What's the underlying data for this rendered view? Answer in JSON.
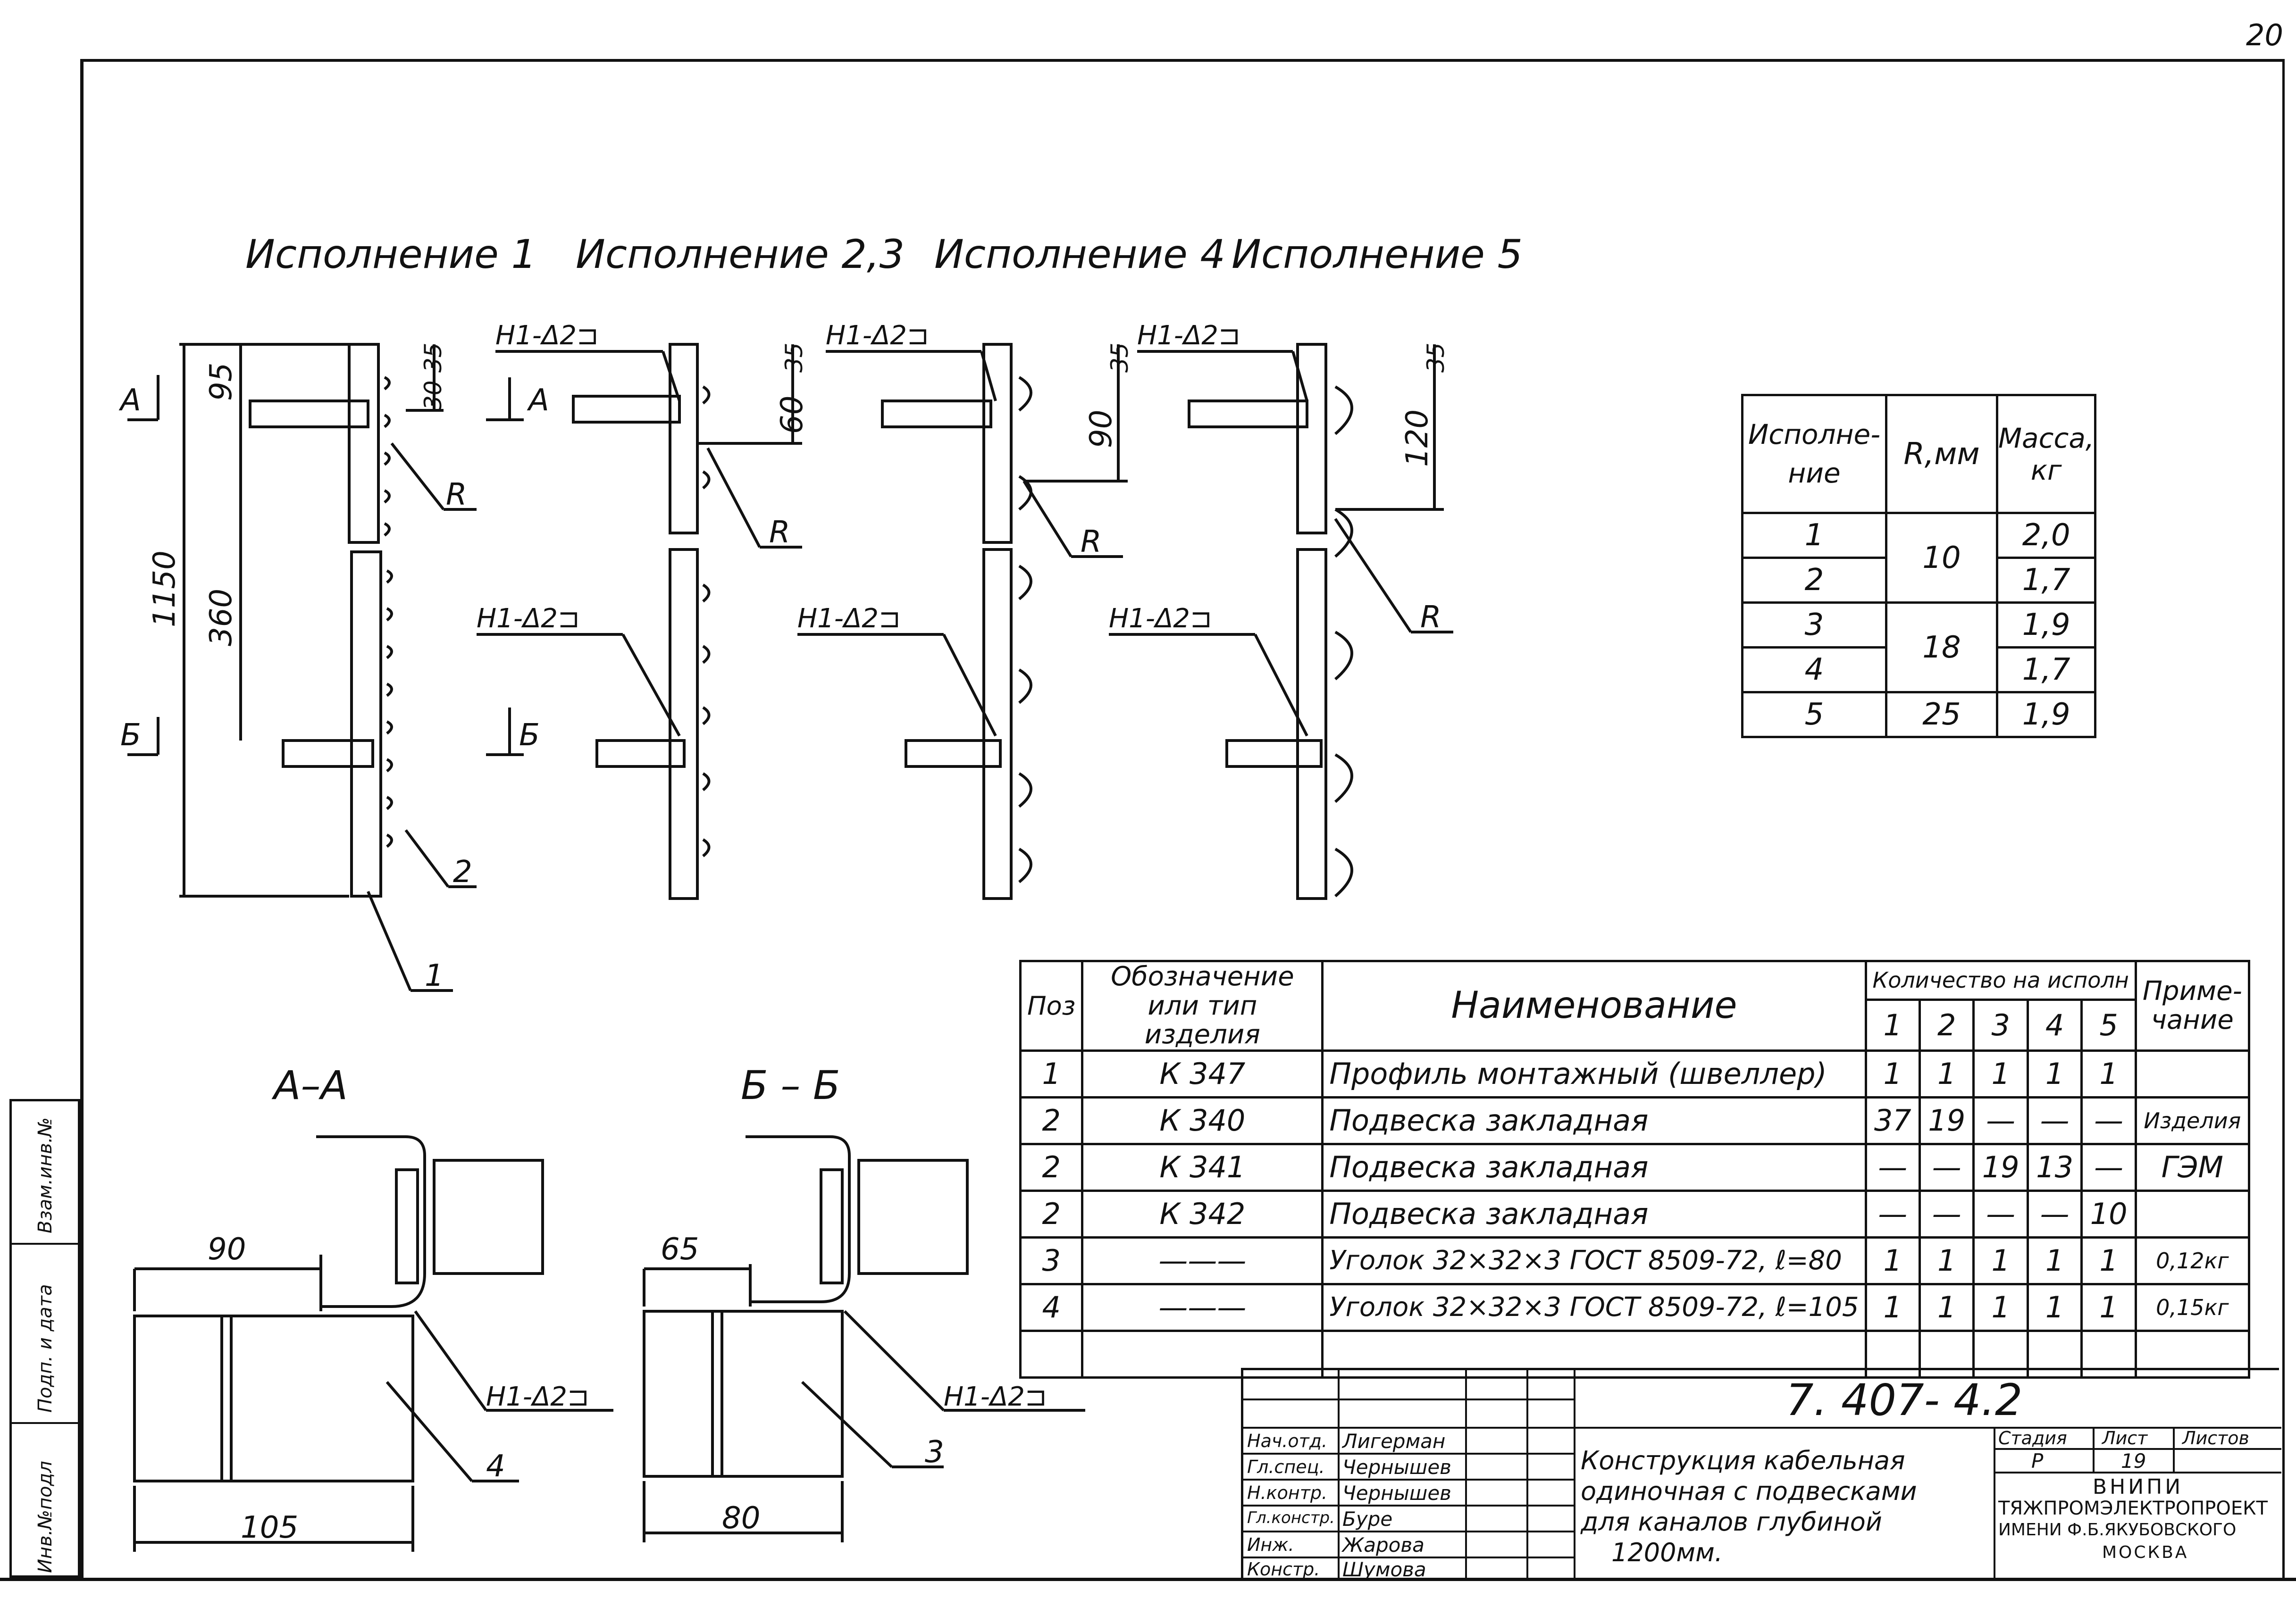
{
  "page_number": "20",
  "views": {
    "headings": [
      "Исполнение 1",
      "Исполнение 2,3",
      "Исполнение 4",
      "Исполнение 5"
    ],
    "section_marks": {
      "a": "А",
      "b": "Б"
    },
    "weld_mark": "Н1-Δ2⊐",
    "radius_label": "R",
    "dims_v1": {
      "overall": "1150",
      "top": "95",
      "mid": "360",
      "d30": "30",
      "d35": "35"
    },
    "dims_v2": {
      "d35": "35",
      "d60": "60"
    },
    "dims_v4": {
      "d35": "35",
      "d90": "90"
    },
    "dims_v5": {
      "d35": "35",
      "d120": "120"
    },
    "pos_labels": {
      "p1": "1",
      "p2": "2",
      "p3": "3",
      "p4": "4"
    }
  },
  "sections": {
    "aa": {
      "title": "А–А",
      "dim_top": "90",
      "dim_bottom": "105"
    },
    "bb": {
      "title": "Б – Б",
      "dim_top": "65",
      "dim_bottom": "80"
    }
  },
  "mass_table": {
    "headers": [
      "Исполне-ние",
      "R,мм",
      "Масса, кг"
    ],
    "rows": [
      {
        "isp": "1",
        "r": "10",
        "mass": "2,0"
      },
      {
        "isp": "2",
        "r": "",
        "mass": "1,7"
      },
      {
        "isp": "3",
        "r": "18",
        "mass": "1,9"
      },
      {
        "isp": "4",
        "r": "",
        "mass": "1,7"
      },
      {
        "isp": "5",
        "r": "25",
        "mass": "1,9"
      }
    ]
  },
  "spec_table": {
    "headers": {
      "pos": "Поз",
      "designation": "Обозначение или тип изделия",
      "name": "Наименование",
      "qty": "Количество на исполн",
      "note": "Приме-чание",
      "qty_cols": [
        "1",
        "2",
        "3",
        "4",
        "5"
      ]
    },
    "rows": [
      {
        "pos": "1",
        "des": "К 347",
        "name": "Профиль монтажный (швеллер)",
        "q": [
          "1",
          "1",
          "1",
          "1",
          "1"
        ],
        "note": ""
      },
      {
        "pos": "2",
        "des": "К 340",
        "name": "Подвеска закладная",
        "q": [
          "37",
          "19",
          "—",
          "—",
          "—"
        ],
        "note": "Изделия"
      },
      {
        "pos": "2",
        "des": "К 341",
        "name": "Подвеска закладная",
        "q": [
          "—",
          "—",
          "19",
          "13",
          "—"
        ],
        "note": "ГЭМ"
      },
      {
        "pos": "2",
        "des": "К 342",
        "name": "Подвеска закладная",
        "q": [
          "—",
          "—",
          "—",
          "—",
          "10"
        ],
        "note": ""
      },
      {
        "pos": "3",
        "des": "———",
        "name": "Уголок 32×32×3 ГОСТ 8509-72, ℓ=80",
        "q": [
          "1",
          "1",
          "1",
          "1",
          "1"
        ],
        "note": "0,12кг"
      },
      {
        "pos": "4",
        "des": "———",
        "name": "Уголок 32×32×3 ГОСТ 8509-72, ℓ=105",
        "q": [
          "1",
          "1",
          "1",
          "1",
          "1"
        ],
        "note": "0,15кг"
      }
    ]
  },
  "title_block": {
    "doc_code": "7. 407- 4.2",
    "roles": [
      "Нач.отд.",
      "Гл.спец.",
      "Н.контр.",
      "Гл.констр.",
      "Инж.",
      "Констр."
    ],
    "names": [
      "Лигерман",
      "Чернышев",
      "Чернышев",
      "Буре",
      "Жарова",
      "Шумова"
    ],
    "title": [
      "Конструкция кабельная",
      "одиночная с подвесками",
      "для каналов глубиной",
      "1200мм."
    ],
    "stage_label": "Стадия",
    "sheet_label": "Лист",
    "sheets_label": "Листов",
    "stage": "Р",
    "sheet": "19",
    "org": [
      "ВНИПИ",
      "ТЯЖПРОМЭЛЕКТРОПРОЕКТ",
      "ИМЕНИ Ф.Б.ЯКУБОВСКОГО",
      "МОСКВА"
    ]
  },
  "side_stamp": [
    "Инв.№подл",
    "Подп. и дата",
    "Взам.инв.№"
  ]
}
